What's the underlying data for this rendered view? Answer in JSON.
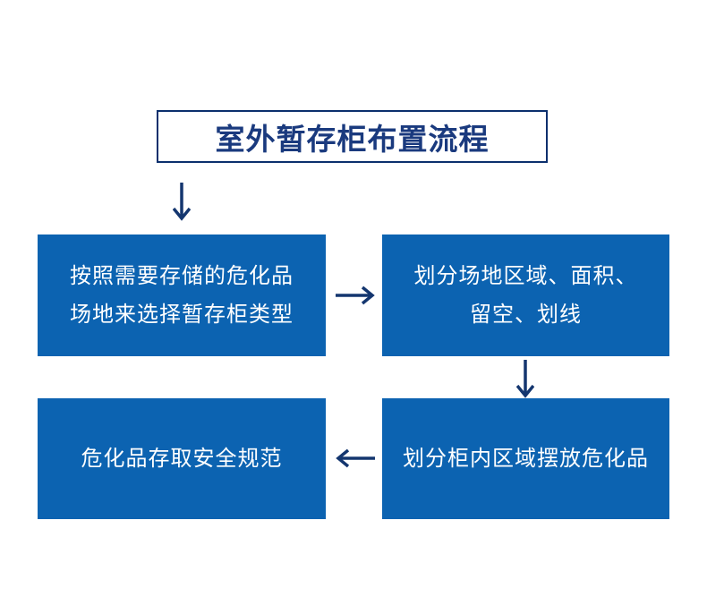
{
  "title": {
    "label": "室外暂存柜布置流程"
  },
  "boxes": [
    {
      "id": "select-cabinet-type",
      "lines": [
        "按照需要存储的危化品",
        "场地来选择暂存柜类型"
      ]
    },
    {
      "id": "divide-site",
      "lines": [
        "划分场地区域、面积、",
        "留空、划线"
      ]
    },
    {
      "id": "arrange-inside",
      "lines": [
        "划分柜内区域摆放危化品"
      ]
    },
    {
      "id": "safety-rules",
      "lines": [
        "危化品存取安全规范"
      ]
    }
  ],
  "icons": {
    "flow_arrows": [
      "arrow-down",
      "arrow-right",
      "arrow-down",
      "arrow-left"
    ]
  },
  "colors": {
    "box_fill": "#0c63b1",
    "box_text": "#ffffff",
    "navy_outline": "#0b2f6d",
    "title_text": "#1a3a7e",
    "arrow": "#14366f",
    "background": "#ffffff"
  }
}
